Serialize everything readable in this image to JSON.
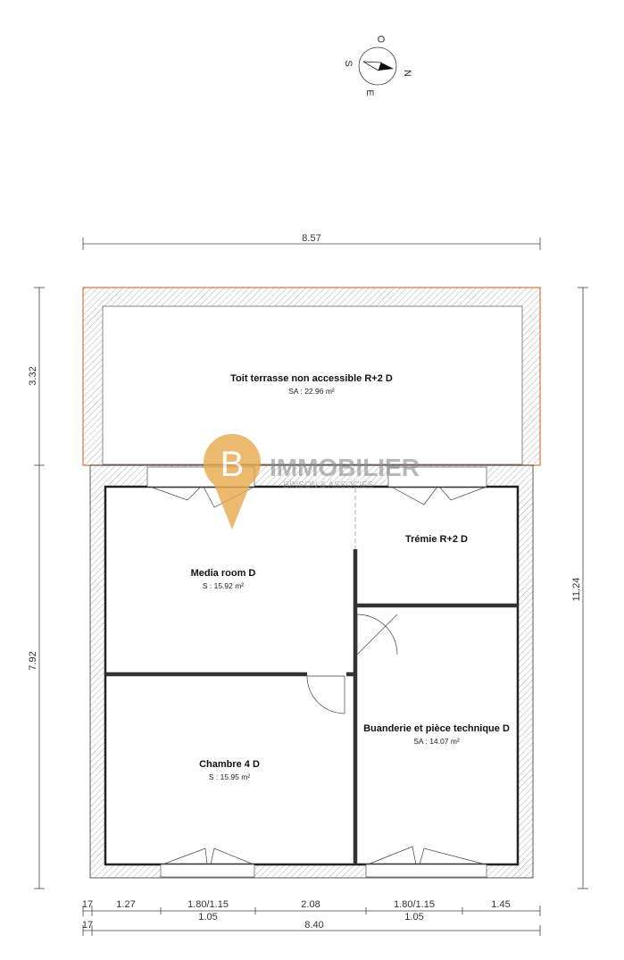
{
  "compass": {
    "labels": {
      "north": "N",
      "south": "S",
      "east": "E",
      "west": "O"
    }
  },
  "watermark": {
    "letter": "B",
    "name": "IMMOBILIER",
    "subtitle": "BINSON & ASSOCIÉS",
    "color": "#e8a94a"
  },
  "rooms": [
    {
      "name": "Toit terrasse non accessible R+2 D",
      "area": "SA : 22.96 m²"
    },
    {
      "name": "Media room D",
      "area": "S : 15.92 m²"
    },
    {
      "name": "Trémie R+2 D",
      "area": ""
    },
    {
      "name": "Buanderie et pièce technique D",
      "area": "SA : 14.07 m²"
    },
    {
      "name": "Chambre 4 D",
      "area": "S : 15.95 m²"
    }
  ],
  "dimensions": {
    "top": "8.57",
    "left_top": "3.32",
    "left_bottom": "7.92",
    "right": "11.24",
    "bottom_row1": [
      "17",
      "1.27",
      "1.80/1.15",
      "2.08",
      "1.80/1.15",
      "1.45"
    ],
    "bottom_row1_sub": [
      "1.05",
      "1.05"
    ],
    "bottom_row2": [
      "17",
      "8.40"
    ]
  },
  "colors": {
    "terrace_outline": "#d9703a",
    "wall": "#333333"
  }
}
